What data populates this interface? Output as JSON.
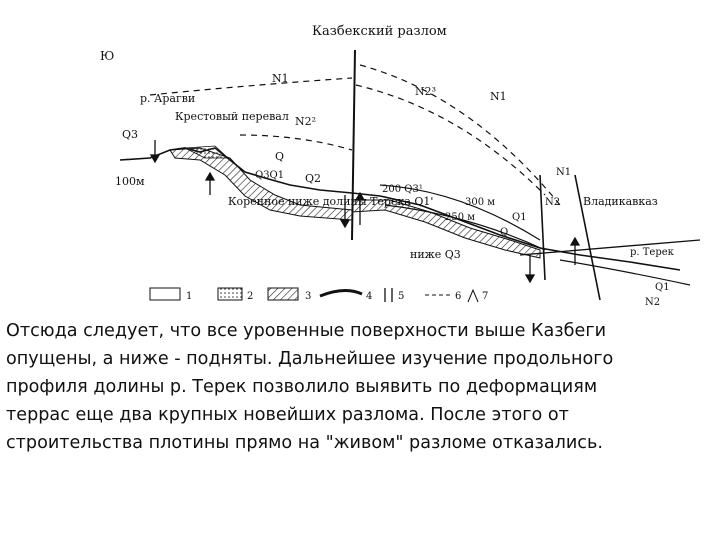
{
  "figure": {
    "labels": {
      "fault": "Казбекский разлом",
      "south": "Ю",
      "aragvi": "р. Арагви",
      "krestovy_pass": "Крестовый перевал",
      "q3_left": "Q3",
      "h100": "100м",
      "n1_top": "N1",
      "n23_top": "N2³",
      "n1_right": "N1",
      "n22": "N2²",
      "q_mid": "Q",
      "q2_mid": "Q2",
      "q3q1": "Q3Q1",
      "h200": "200 Q3¹",
      "h300": "300 м",
      "h250": "250 м",
      "q1_right": "Q1",
      "q_right": "Q",
      "n1_vlad": "N1",
      "n2_vlad": "N2",
      "vladikavkaz": "Владикавказ",
      "bedrock_lower": "Коренное ниже долины Терека Q1'",
      "lower_q3": "ниже Q3",
      "terek": "р. Терек",
      "q1_far": "Q1",
      "n2_far": "N2"
    },
    "legend": [
      "1",
      "2",
      "3",
      "4",
      "5",
      "6",
      "7"
    ]
  },
  "body_text": [
    "Отсюда следует, что все уровенные поверхности выше Казбеги",
    "опущены, а ниже - подняты. Дальнейшее изучение продольного",
    "профиля долины р. Терек позволило выявить по деформациям",
    "террас еще два крупных новейших разлома. После этого от",
    "строительства плотины прямо на \"живом\" разломе отказались."
  ]
}
